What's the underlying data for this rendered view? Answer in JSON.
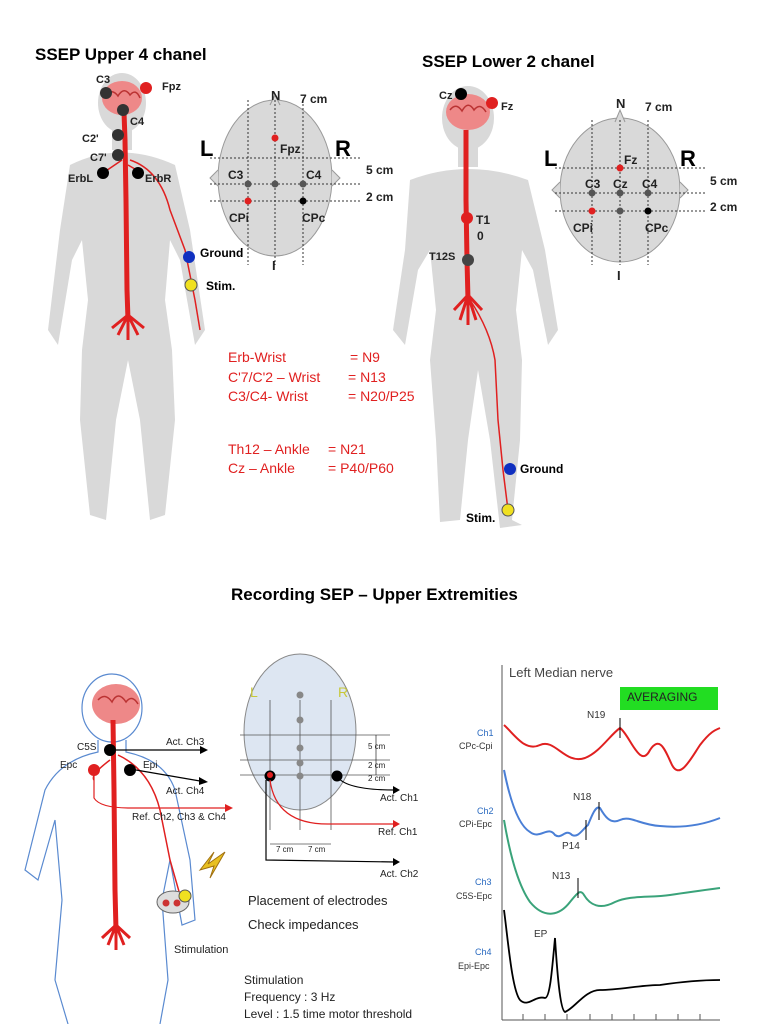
{
  "upper": {
    "title": "SSEP Upper 4 chanel",
    "body_labels": {
      "c3": "C3",
      "fpz": "Fpz",
      "c4": "C4",
      "c2": "C2'",
      "c7": "C7'",
      "erbl": "ErbL",
      "erbr": "ErbR",
      "ground": "Ground",
      "stim": "Stim."
    },
    "scalp": {
      "n": "N",
      "dist7": "7 cm",
      "l": "L",
      "r": "R",
      "fpz": "Fpz",
      "c3": "C3",
      "c4": "C4",
      "cpi": "CPi",
      "cpc": "CPc",
      "i": "I",
      "dist5": "5 cm",
      "dist2": "2 cm"
    }
  },
  "lower": {
    "title": "SSEP Lower 2 chanel",
    "body_labels": {
      "cz": "Cz",
      "fz": "Fz",
      "t10a": "T1",
      "t10b": "0",
      "t12s": "T12S",
      "ground": "Ground",
      "stim": "Stim."
    },
    "scalp": {
      "n": "N",
      "dist7": "7 cm",
      "l": "L",
      "r": "R",
      "fz": "Fz",
      "c3": "C3",
      "cz": "Cz",
      "c4": "C4",
      "cpi": "CPi",
      "cpc": "CPc",
      "i": "I",
      "dist5": "5 cm",
      "dist2": "2 cm"
    }
  },
  "equations": [
    {
      "left": "Erb-Wrist",
      "right": "= N9"
    },
    {
      "left": "C'7/C'2 – Wrist",
      "right": "= N13"
    },
    {
      "left": "C3/C4- Wrist",
      "right": "= N20/P25"
    },
    {
      "left": "Th12 – Ankle",
      "right": "= N21"
    },
    {
      "left": "Cz – Ankle",
      "right": "= P40/P60"
    }
  ],
  "section_title": "Recording SEP – Upper Extremities",
  "recording": {
    "c5s": "C5S",
    "epc": "Epc",
    "epi": "Epi",
    "act_ch3": "Act. Ch3",
    "act_ch4": "Act. Ch4",
    "ref": "Ref. Ch2, Ch3 & Ch4",
    "stimulation": "Stimulation",
    "scalp_l": "L",
    "scalp_r": "R",
    "d5": "5 cm",
    "d2a": "2 cm",
    "d2b": "2 cm",
    "d7a": "7 cm",
    "d7b": "7 cm",
    "act_ch1": "Act. Ch1",
    "ref_ch1": "Ref. Ch1",
    "act_ch2": "Act. Ch2",
    "placement": "Placement of electrodes",
    "check": "Check impedances",
    "stim_title": "Stimulation",
    "frequency": "Frequency : 3 Hz",
    "level": "Level : 1.5 time motor threshold"
  },
  "waveforms": {
    "title": "Left Median nerve",
    "averaging": "AVERAGING",
    "channels": [
      {
        "ch": "Ch1",
        "name": "CPc-Cpi",
        "peak": "N19",
        "color": "#e02020"
      },
      {
        "ch": "Ch2",
        "name": "CPi-Epc",
        "peak": "N18",
        "peak2": "P14",
        "color": "#4a7fd6"
      },
      {
        "ch": "Ch3",
        "name": "C5S-Epc",
        "peak": "N13",
        "color": "#3aa37a"
      },
      {
        "ch": "Ch4",
        "name": "Epi-Epc",
        "peak": "EP",
        "color": "#000000"
      }
    ]
  },
  "colors": {
    "nerve": "#e02020",
    "body": "#d9d9d9",
    "ground": "#1030c0",
    "stim": "#f0e020",
    "active": "#e02020",
    "electrode": "#333333",
    "averaging": "#22dd22"
  }
}
